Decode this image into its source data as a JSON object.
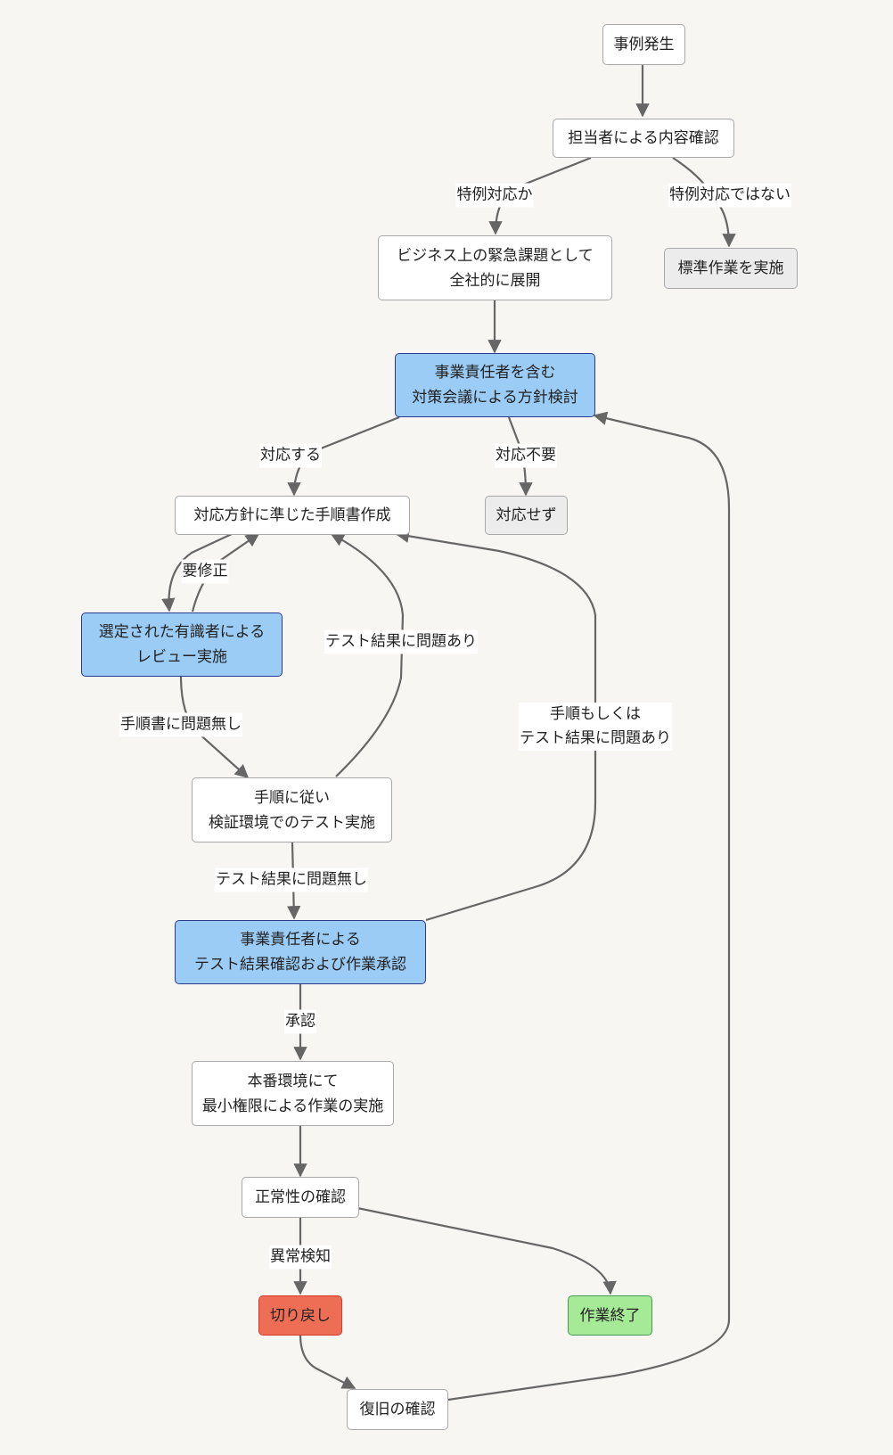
{
  "diagram": {
    "nodes": [
      {
        "id": "start",
        "label": "事例発生",
        "style": "default"
      },
      {
        "id": "check",
        "label": "担当者による内容確認",
        "style": "default"
      },
      {
        "id": "expand",
        "label": "ビジネス上の緊急課題として\n全社的に展開",
        "style": "default"
      },
      {
        "id": "standard",
        "label": "標準作業を実施",
        "style": "gray"
      },
      {
        "id": "meeting",
        "label": "事業責任者を含む\n対策会議による方針検討",
        "style": "blue"
      },
      {
        "id": "procedure",
        "label": "対応方針に準じた手順書作成",
        "style": "default"
      },
      {
        "id": "noaction",
        "label": "対応せず",
        "style": "gray"
      },
      {
        "id": "review",
        "label": "選定された有識者による\nレビュー実施",
        "style": "blue"
      },
      {
        "id": "test",
        "label": "手順に従い\n検証環境でのテスト実施",
        "style": "default"
      },
      {
        "id": "approve",
        "label": "事業責任者による\nテスト結果確認および作業承認",
        "style": "blue"
      },
      {
        "id": "prod",
        "label": "本番環境にて\n最小権限による作業の実施",
        "style": "default"
      },
      {
        "id": "health",
        "label": "正常性の確認",
        "style": "default"
      },
      {
        "id": "rollback",
        "label": "切り戻し",
        "style": "red"
      },
      {
        "id": "done",
        "label": "作業終了",
        "style": "green"
      },
      {
        "id": "recover",
        "label": "復旧の確認",
        "style": "default"
      }
    ],
    "edges": [
      {
        "from": "start",
        "to": "check",
        "label": ""
      },
      {
        "from": "check",
        "to": "expand",
        "label": "特例対応か"
      },
      {
        "from": "check",
        "to": "standard",
        "label": "特例対応ではない"
      },
      {
        "from": "expand",
        "to": "meeting",
        "label": ""
      },
      {
        "from": "meeting",
        "to": "procedure",
        "label": "対応する"
      },
      {
        "from": "meeting",
        "to": "noaction",
        "label": "対応不要"
      },
      {
        "from": "procedure",
        "to": "review",
        "label": ""
      },
      {
        "from": "review",
        "to": "procedure",
        "label": "要修正"
      },
      {
        "from": "review",
        "to": "test",
        "label": "手順書に問題無し"
      },
      {
        "from": "test",
        "to": "procedure",
        "label": "テスト結果に問題あり"
      },
      {
        "from": "test",
        "to": "approve",
        "label": "テスト結果に問題無し"
      },
      {
        "from": "approve",
        "to": "procedure",
        "label": "手順もしくは\nテスト結果に問題あり"
      },
      {
        "from": "approve",
        "to": "prod",
        "label": "承認"
      },
      {
        "from": "prod",
        "to": "health",
        "label": ""
      },
      {
        "from": "health",
        "to": "rollback",
        "label": "異常検知"
      },
      {
        "from": "health",
        "to": "done",
        "label": ""
      },
      {
        "from": "rollback",
        "to": "recover",
        "label": ""
      },
      {
        "from": "recover",
        "to": "meeting",
        "label": ""
      }
    ],
    "colors": {
      "background": "#f7f6f3",
      "edge": "#666666",
      "default_fill": "#ffffff",
      "gray_fill": "#ececec",
      "blue_fill": "#9bccf5",
      "red_fill": "#ee6e55",
      "green_fill": "#a6ea97"
    }
  }
}
